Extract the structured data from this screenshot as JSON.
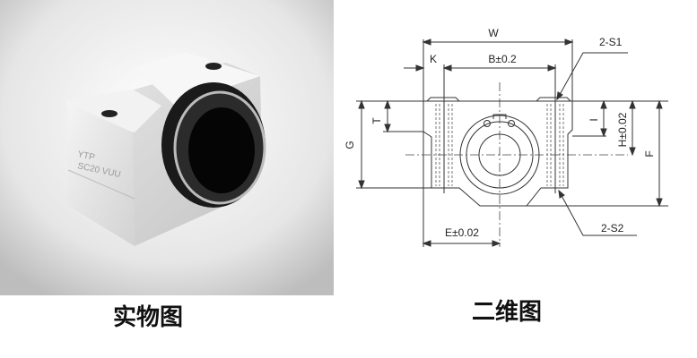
{
  "photo": {
    "product_marking": [
      "YTP",
      "SC20 VUU"
    ],
    "caption": "实物图"
  },
  "drawing": {
    "caption": "二维图",
    "labels": {
      "W": "W",
      "K": "K",
      "B": "B±0.2",
      "S1": "2-S1",
      "T": "T",
      "G": "G",
      "I": "I",
      "H": "H±0.02",
      "F": "F",
      "E": "E±0.02",
      "S2": "2-S2"
    }
  }
}
